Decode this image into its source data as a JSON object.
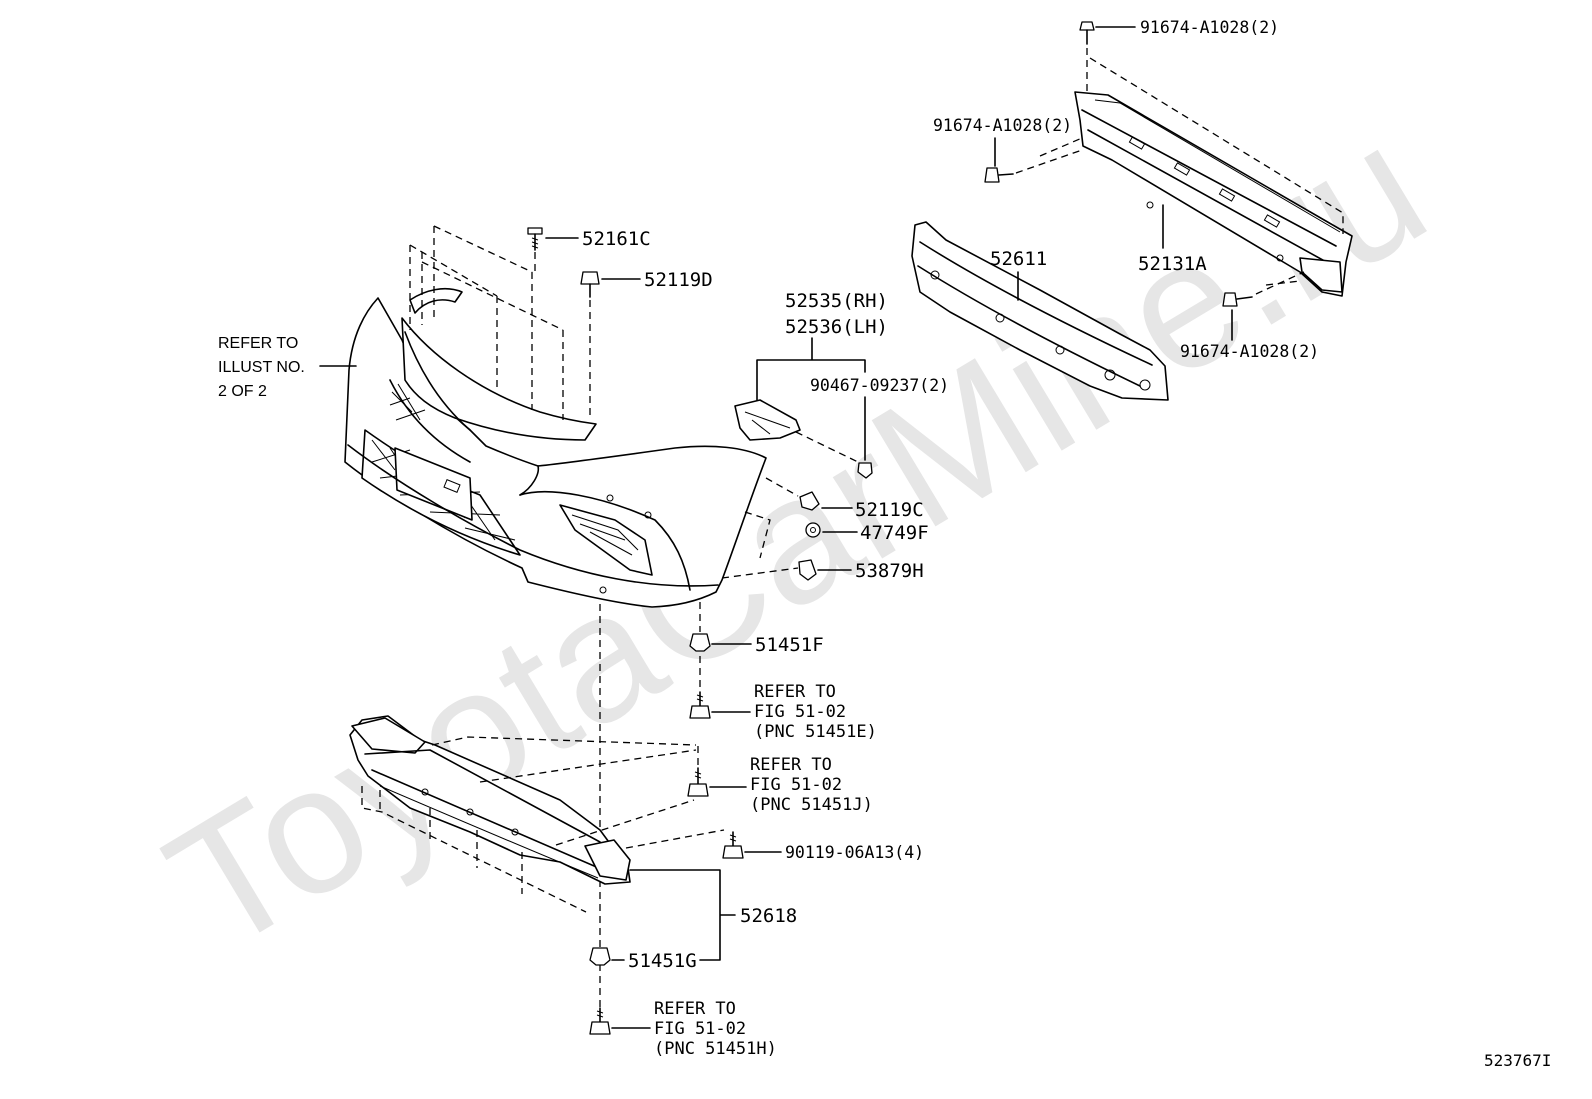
{
  "watermark": "ToyotaCarMine.ru",
  "illustration_code": "523767I",
  "colors": {
    "line": "#000000",
    "watermark": "#e6e6e6",
    "background": "#ffffff"
  },
  "labels": {
    "bolt_top": "91674-A1028(2)",
    "bolt_left": "91674-A1028(2)",
    "bolt_right": "91674-A1028(2)",
    "screw_52161c": "52161C",
    "screw_52119d": "52119D",
    "absorber": "52611",
    "reinforcement": "52131A",
    "bracket_rh": "52535(RH)",
    "bracket_lh": "52536(LH)",
    "clip_nut": "90467-09237(2)",
    "clip_52119c": "52119C",
    "nut_47749f": "47749F",
    "retainer_53879h": "53879H",
    "clip_51451f": "51451F",
    "bolt_90119": "90119-06A13(4)",
    "under_cover": "52618",
    "clip_51451g": "51451G"
  },
  "references": {
    "illust": [
      "REFER TO",
      "ILLUST NO.",
      "2 OF 2"
    ],
    "fig_e": [
      "REFER TO",
      "FIG 51-02",
      "(PNC 51451E)"
    ],
    "fig_j": [
      "REFER TO",
      "FIG 51-02",
      "(PNC 51451J)"
    ],
    "fig_h": [
      "REFER TO",
      "FIG 51-02",
      "(PNC 51451H)"
    ]
  }
}
